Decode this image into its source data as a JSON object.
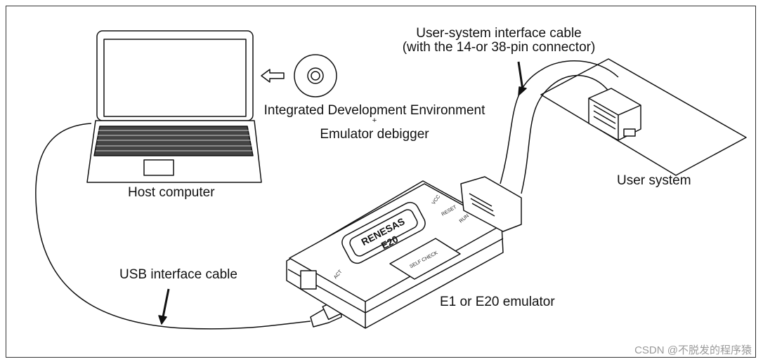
{
  "labels": {
    "host_computer": "Host computer",
    "ide_line1": "Integrated Development Environment",
    "ide_plus": "+",
    "ide_line2": "Emulator debigger",
    "cable_line1": "User-system interface cable",
    "cable_line2": "(with the 14-or 38-pin connector)",
    "user_system": "User system",
    "usb_cable": "USB interface cable",
    "emulator": "E1 or E20 emulator"
  },
  "emulator_markings": {
    "brand": "RENESAS",
    "model": "E20",
    "vcc": "VCC",
    "reset": "RESET",
    "run": "RUN",
    "act": "ACT",
    "self_check": "SELF CHECK"
  },
  "watermark": "CSDN @不脱发的程序猿"
}
